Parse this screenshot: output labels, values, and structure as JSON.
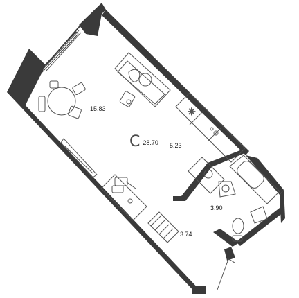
{
  "plan": {
    "wall_color": "#3a3a3a",
    "line_color": "#555555",
    "areas": {
      "total": "28.70",
      "room": "15.83",
      "kitchen": "5.23",
      "bathroom": "3.90",
      "hall": "3.74"
    },
    "total_icon": "C"
  }
}
